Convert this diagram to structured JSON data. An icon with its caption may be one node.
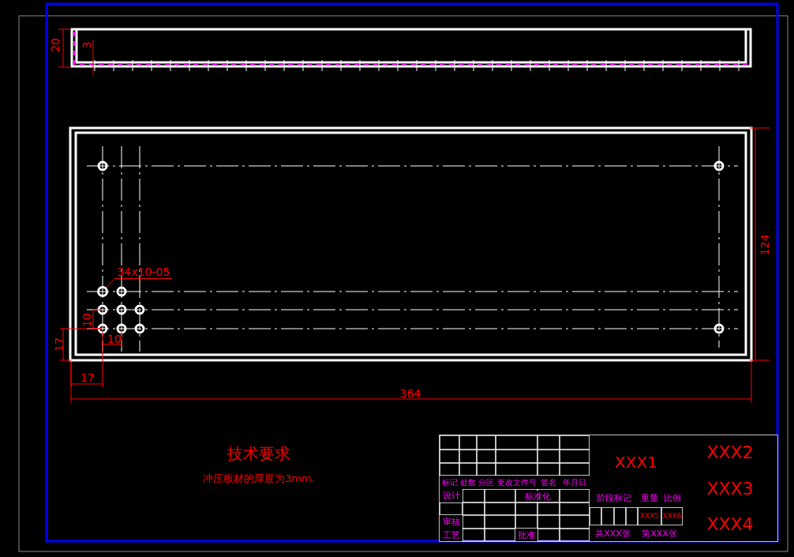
{
  "diagram": {
    "nodes": [
      {
        "text": [
          "34x10-05"
        ]
      },
      {
        "text": [],
        "shape": "circle"
      }
    ],
    "edges": [
      {
        "from": 0,
        "to": 1,
        "arrow": "none"
      }
    ],
    "labels": [
      "20",
      "3",
      "124",
      "10",
      "10",
      "17",
      "17",
      "364",
      "技术要求",
      "冲压板材的厚度为3mm.",
      "标记",
      "处数",
      "分区",
      "更改文件号",
      "签名",
      "年月日",
      "设计",
      "标准化",
      "审核",
      "工艺",
      "批准",
      "XXX1",
      "阶段标记",
      "重量",
      "比例",
      "XXX5",
      "XXX6",
      "共XXX张",
      "第XXX张",
      "XXX2",
      "XXX3",
      "XXX4"
    ]
  }
}
